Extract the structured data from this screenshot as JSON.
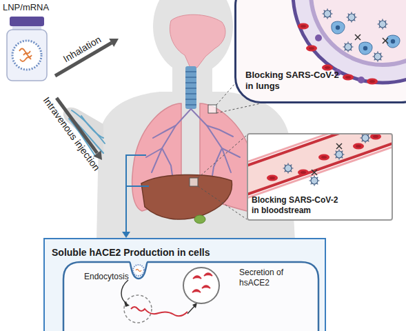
{
  "diagram": {
    "nodes": [
      {
        "text": [
          "LNP/mRNA"
        ]
      },
      {
        "text": [
          "Blocking SARS-CoV-2 in lungs"
        ]
      },
      {
        "text": [
          "Blocking SARS-CoV-2 in bloodstream"
        ]
      },
      {
        "text": [
          "Soluble hACE2 Production in cells"
        ]
      },
      {
        "text": [
          "Endocytosis",
          "Secretion of hsACE2"
        ],
        "in": 3
      }
    ],
    "labels": [
      "Inhalation",
      "Intravenous injection"
    ]
  }
}
